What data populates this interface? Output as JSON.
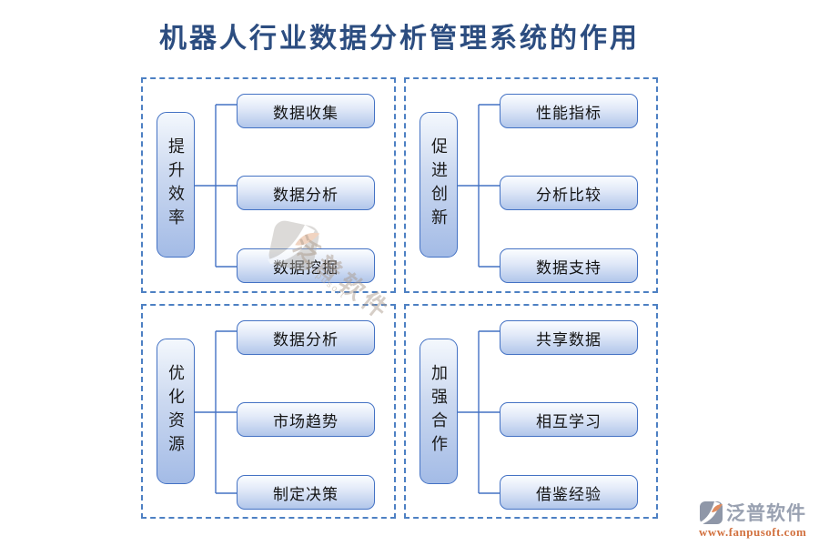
{
  "title": "机器人行业数据分析管理系统的作用",
  "quadrants": [
    {
      "label": "提升效率",
      "items": [
        "数据收集",
        "数据分析",
        "数据挖掘"
      ]
    },
    {
      "label": "促进创新",
      "items": [
        "性能指标",
        "分析比较",
        "数据支持"
      ]
    },
    {
      "label": "优化资源",
      "items": [
        "数据分析",
        "市场趋势",
        "制定决策"
      ]
    },
    {
      "label": "加强合作",
      "items": [
        "共享数据",
        "相互学习",
        "借鉴经验"
      ]
    }
  ],
  "watermark": {
    "text": "泛普软件",
    "subtext": "fanpusoft"
  },
  "brand": {
    "name": "泛普软件",
    "url": "www.fanpusoft.com"
  },
  "colors": {
    "accent_border": "#4472c4",
    "dashed_border": "#4d80c3",
    "title_text": "#2c4d80",
    "box_fill_top": "#fbfdff",
    "box_fill_bottom": "#b1c6ea",
    "brand_gray": "#99a1b1",
    "brand_orange": "#d2713f"
  }
}
